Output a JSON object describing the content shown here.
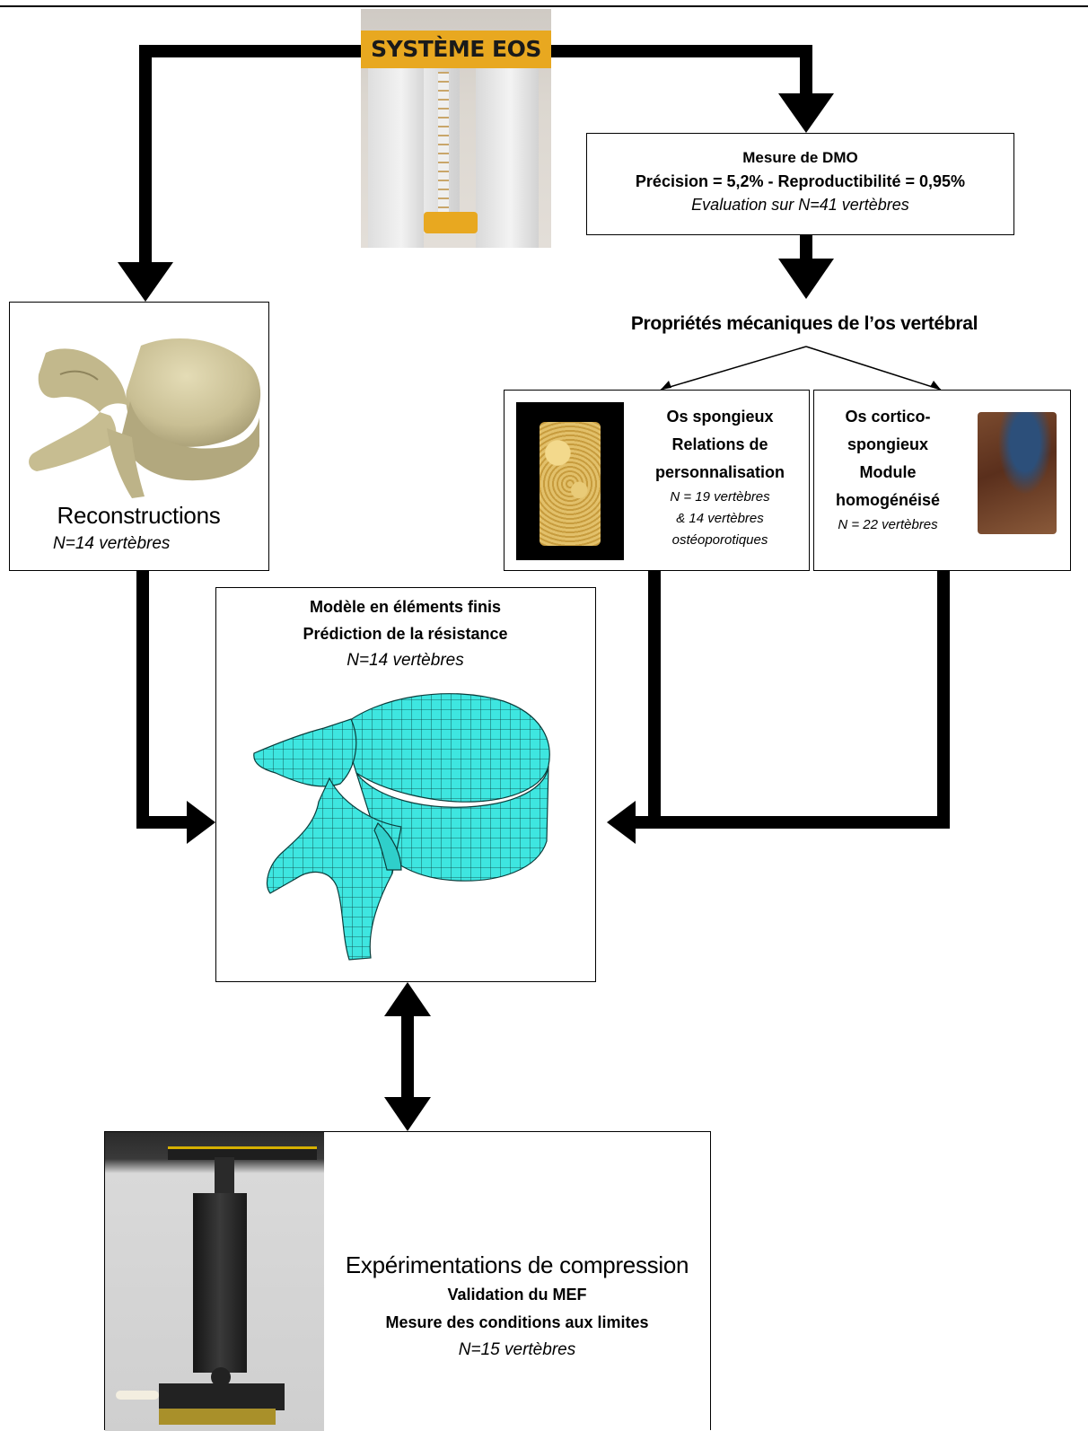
{
  "eos": {
    "banner": "SYSTÈME EOS"
  },
  "dmo": {
    "title": "Mesure de DMO",
    "metrics": "Précision = 5,2% - Reproductibilité = 0,95%",
    "evaluation": "Evaluation sur N=41 vertèbres"
  },
  "properties": {
    "heading": "Propriétés mécaniques de l’os vertébral"
  },
  "spongy": {
    "line1": "Os spongieux",
    "line2": "Relations de",
    "line3": "personnalisation",
    "n1": "N = 19 vertèbres",
    "n2": "& 14 vertèbres",
    "n3": "ostéoporotiques"
  },
  "cortico": {
    "line1": "Os cortico-",
    "line2": "spongieux",
    "line3": "Module",
    "line4": "homogénéisé",
    "n": "N = 22 vertèbres"
  },
  "reconstructions": {
    "title": "Reconstructions",
    "n": "N=14 vertèbres"
  },
  "fem": {
    "title": "Modèle en éléments finis",
    "subtitle": "Prédiction de la résistance",
    "n": "N=14 vertèbres"
  },
  "compression": {
    "title": "Expérimentations de compression",
    "line1": "Validation du MEF",
    "line2": "Mesure des conditions aux limites",
    "n": "N=15 vertèbres"
  },
  "colors": {
    "bone": "#c9bf94",
    "mesh": "#3ee6e0",
    "eos_yellow": "#e8a820"
  }
}
